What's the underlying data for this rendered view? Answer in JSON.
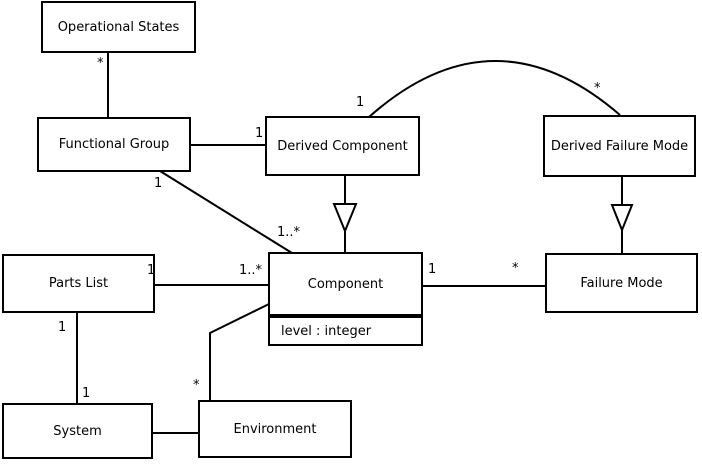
{
  "colors": {
    "line": "#000000",
    "background": "#ffffff",
    "box_fill": "#ffffff"
  },
  "classes": {
    "operational_states": {
      "label": "Operational States"
    },
    "functional_group": {
      "label": "Functional Group"
    },
    "derived_component": {
      "label": "Derived Component"
    },
    "derived_failure_mode": {
      "label": "Derived Failure Mode"
    },
    "parts_list": {
      "label": "Parts List"
    },
    "component": {
      "label": "Component",
      "attribute": "level : integer"
    },
    "failure_mode": {
      "label": "Failure Mode"
    },
    "system": {
      "label": "System"
    },
    "environment": {
      "label": "Environment"
    }
  },
  "multiplicities": {
    "os_fg": "*",
    "fg_dc": "1",
    "arc_dc": "1",
    "arc_dfm": "*",
    "fg_comp_1": "1",
    "fg_comp_n": "1..*",
    "pl_comp_1": "1",
    "pl_comp_n": "1..*",
    "comp_fm_1": "1",
    "comp_fm_n": "*",
    "pl_sys_1": "1",
    "sys_pl_1": "1",
    "env_comp_n": "*"
  }
}
